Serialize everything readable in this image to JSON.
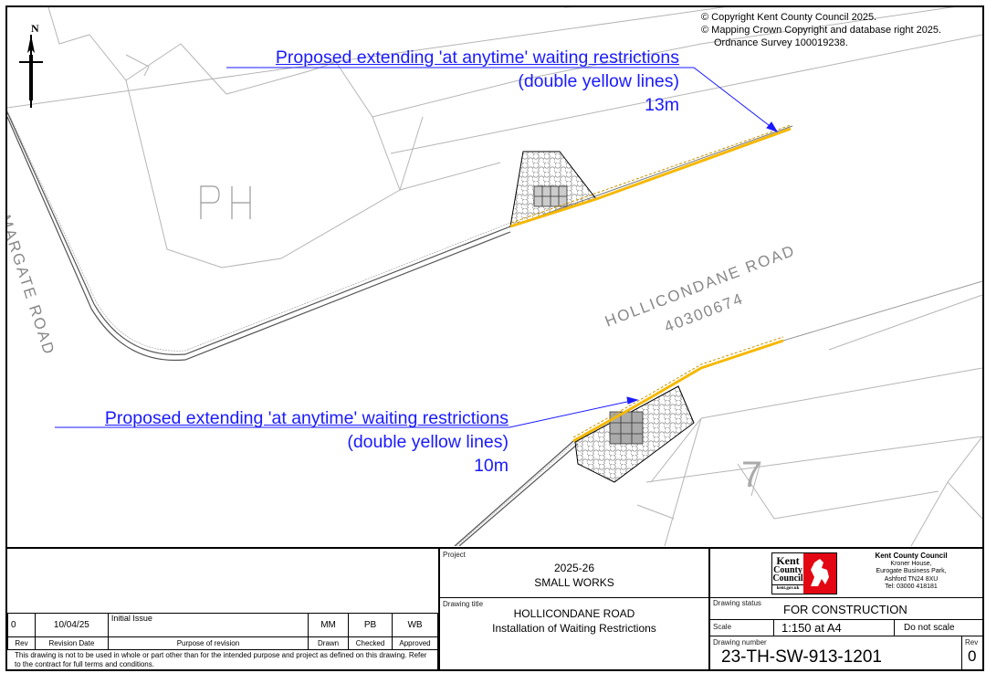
{
  "copyright": [
    "© Copyright Kent County Council 2025.",
    "© Mapping Crown Copyright and database right 2025.",
    "Ordnance Survey 100019238."
  ],
  "annotations": {
    "top": {
      "line1": "Proposed extending 'at anytime' waiting restrictions",
      "line2": "(double yellow lines)",
      "line3": "13m"
    },
    "bottom": {
      "line1": "Proposed extending 'at anytime' waiting restrictions",
      "line2": "(double yellow lines)",
      "line3": "10m"
    }
  },
  "map_labels": {
    "north": "N",
    "ph": "PH",
    "margate_road": "MARGATE ROAD",
    "hollicondane_road": "HOLLICONDANE ROAD",
    "usrn": "40300674",
    "plot_number": "7"
  },
  "colors": {
    "annotation": "#1a1aff",
    "restriction": "#f5b800",
    "kcc_red": "#e30613"
  },
  "title_block": {
    "revision_row": {
      "rev": "0",
      "date": "10/04/25",
      "purpose": "Initial Issue",
      "drawn": "MM",
      "checked": "PB",
      "approved": "WB"
    },
    "headers": {
      "rev": "Rev",
      "date": "Revision Date",
      "purpose": "Purpose of revision",
      "drawn": "Drawn",
      "checked": "Checked",
      "approved": "Approved"
    },
    "disclaimer": "This drawing is not to be used in whole or part other than for the intended purpose and project as defined on this drawing. Refer to the contract for full terms and conditions.",
    "project_label": "Project",
    "project_line1": "2025-26",
    "project_line2": "SMALL WORKS",
    "drawing_title_label": "Drawing title",
    "drawing_title_line1": "HOLLICONDANE ROAD",
    "drawing_title_line2": "Installation of Waiting Restrictions",
    "logo_lines": [
      "Kent",
      "County",
      "Council"
    ],
    "logo_url": "kent.gov.uk",
    "council_name": "Kent County Council",
    "address_lines": [
      "Kroner House,",
      "Eurogate Business Park,",
      "Ashford TN24 8XU",
      "Tel: 03000 418181"
    ],
    "status_label": "Drawing status",
    "status": "FOR CONSTRUCTION",
    "scale_label": "Scale",
    "scale": "1:150 at A4",
    "do_not_scale": "Do not scale",
    "number_label": "Drawing number",
    "number": "23-TH-SW-913-1201",
    "rev_label": "Rev",
    "rev": "0"
  }
}
